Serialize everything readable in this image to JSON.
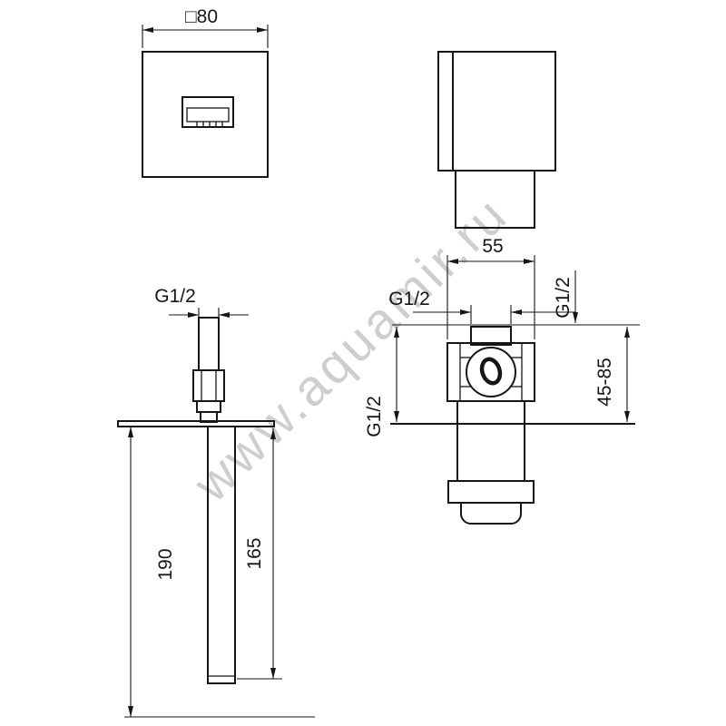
{
  "meta": {
    "background_color": "#ffffff",
    "line_color": "#161616",
    "watermark_color": "#c6c6c6"
  },
  "watermark": {
    "text": "www.aquamir.ru"
  },
  "front_view": {
    "plate_size": "□80"
  },
  "spout_view": {
    "inlet_thread": "G1/2",
    "total_length": "190",
    "spout_length": "165"
  },
  "valve_view": {
    "body_width": "55",
    "top_thread": "G1/2",
    "side_thread": "G1/2",
    "bottom_thread": "G1/2",
    "depth_range": "45-85"
  }
}
